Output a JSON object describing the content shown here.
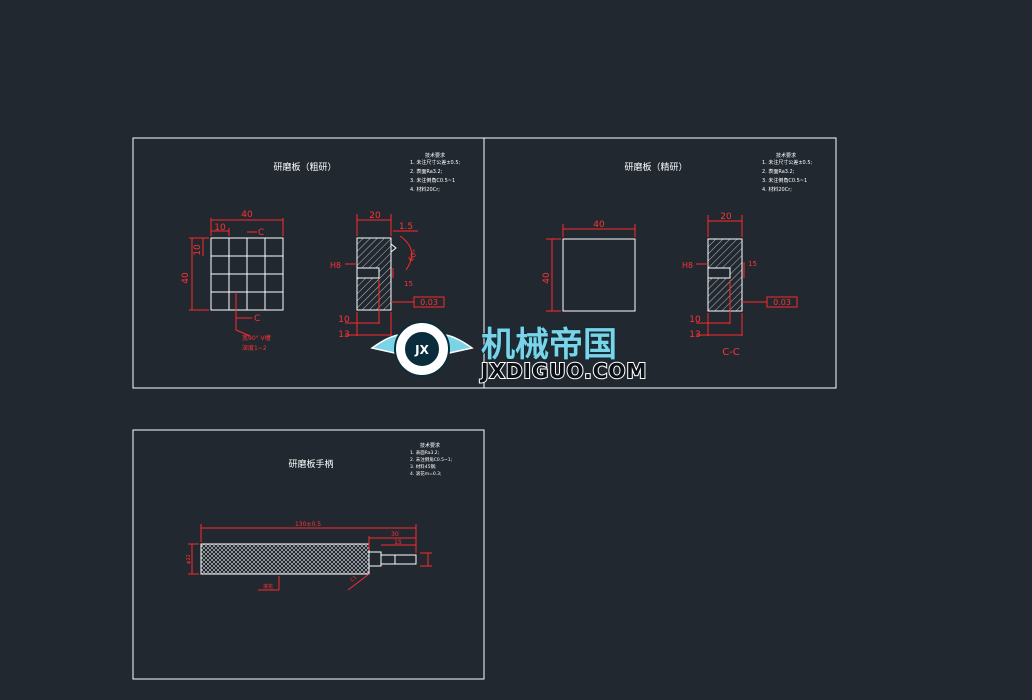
{
  "sheets": {
    "coarse": {
      "title": "研磨板（粗研）",
      "notes_heading": "技术要求",
      "notes": [
        "1. 未注尺寸公差±0.5;",
        "2. 表面Ra3.2;",
        "3. 未注倒角C0.5~1",
        "4. 材料20Cr;"
      ],
      "dims": {
        "width": "40",
        "cell": "10",
        "height": "40",
        "row": "10",
        "section_mark": "C"
      },
      "groove_note": [
        "宽90°  V槽",
        "深度1~2"
      ],
      "side_dims": {
        "top": "20",
        "chamfer": "1.5",
        "angle": "60°",
        "left": "H8",
        "right": "15",
        "bottom1": "10",
        "bottom2": "13"
      },
      "flatness": "0.03"
    },
    "fine": {
      "title": "研磨板（精研）",
      "notes_heading": "技术要求",
      "notes": [
        "1. 未注尺寸公差±0.5;",
        "2. 表面Ra3.2;",
        "3. 未注倒角C0.5~1",
        "4. 材料20Cr;"
      ],
      "dims": {
        "width": "40",
        "height": "40"
      },
      "side_dims": {
        "top": "20",
        "left": "H8",
        "right": "15",
        "bottom1": "10",
        "bottom2": "13"
      },
      "flatness": "0.03",
      "section_label": "C-C"
    },
    "handle": {
      "title": "研磨板手柄",
      "notes_heading": "技术要求",
      "notes": [
        "1. 表面Ra3.2;",
        "2. 未注倒角C0.5~1;",
        "3. 材料45钢;",
        "4. 滚花m=0.3;"
      ],
      "dims": {
        "length": "130±0.5",
        "tenon": "30",
        "tenon2": "15",
        "dia": "φ22",
        "knurl": "滚花",
        "chamfer": "C1"
      }
    }
  },
  "watermark": {
    "cn": "机械帝国",
    "en": "JXDIGUO.COM",
    "emblem": "JX"
  },
  "colors": {
    "background": "#212830",
    "dimension": "#ff2a2a",
    "outline": "#ffffff",
    "logo": "#7ad3e6"
  }
}
